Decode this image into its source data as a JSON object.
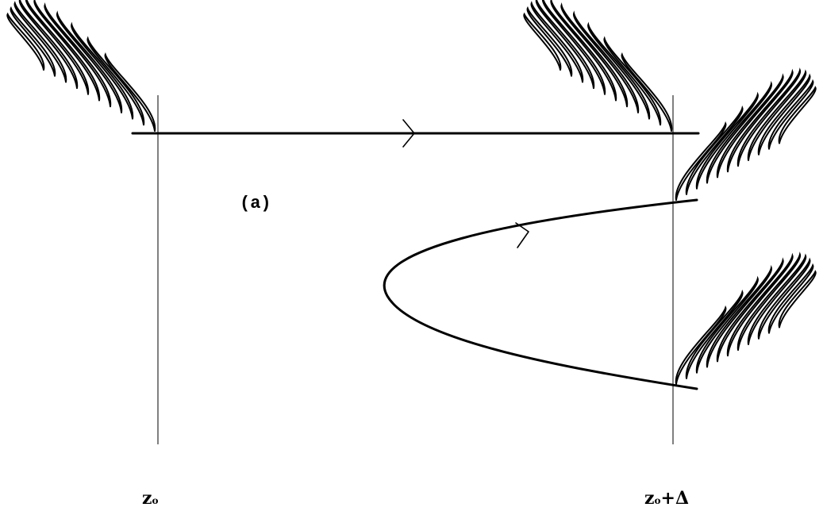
{
  "diagram": {
    "panel_label": "(a)",
    "left_boundary": {
      "main": "z",
      "sub": "o",
      "suffix": ""
    },
    "right_boundary": {
      "main": "z",
      "sub": "o",
      "suffix": "+Δ"
    }
  },
  "colors": {
    "ink": "#000000",
    "background": "#ffffff"
  }
}
